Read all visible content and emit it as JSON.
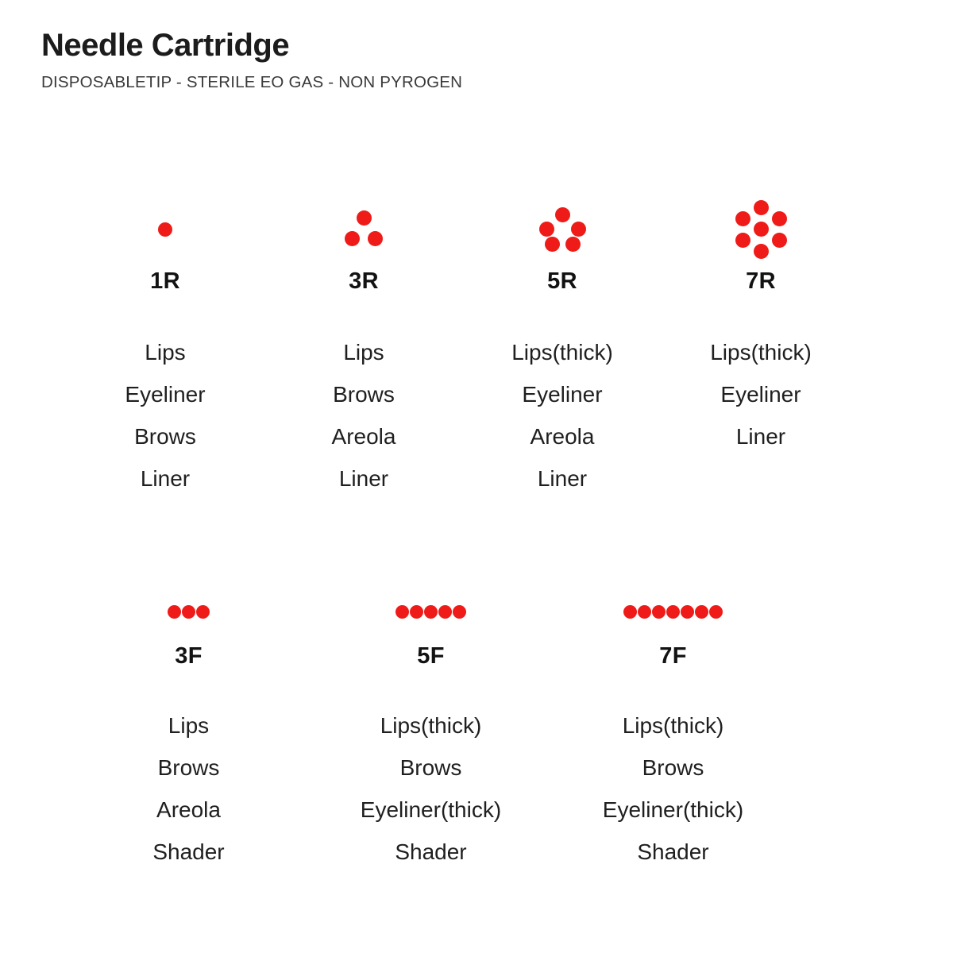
{
  "header": {
    "title": "Needle Cartridge",
    "subtitle": "DISPOSABLETIP - STERILE EO GAS - NON PYROGEN"
  },
  "accent_color": "#ee1b18",
  "background_color": "#ffffff",
  "rows": [
    {
      "name": "round-needles-row",
      "cells": [
        {
          "code": "1R",
          "diagram": "1-dot-single",
          "dot_count": 1,
          "uses": [
            "Lips",
            "Eyeliner",
            "Brows",
            "Liner"
          ]
        },
        {
          "code": "3R",
          "diagram": "3-dot-triangle",
          "dot_count": 3,
          "uses": [
            "Lips",
            "Brows",
            "Areola",
            "Liner"
          ]
        },
        {
          "code": "5R",
          "diagram": "5-dot-pentagon",
          "dot_count": 5,
          "uses": [
            "Lips(thick)",
            "Eyeliner",
            "Areola",
            "Liner"
          ]
        },
        {
          "code": "7R",
          "diagram": "7-dot-hexagon-with-center",
          "dot_count": 7,
          "uses": [
            "Lips(thick)",
            "Eyeliner",
            "Liner"
          ]
        }
      ]
    },
    {
      "name": "flat-needles-row",
      "cells": [
        {
          "code": "3F",
          "diagram": "3-dot-line",
          "dot_count": 3,
          "uses": [
            "Lips",
            "Brows",
            "Areola",
            "Shader"
          ]
        },
        {
          "code": "5F",
          "diagram": "5-dot-line",
          "dot_count": 5,
          "uses": [
            "Lips(thick)",
            "Brows",
            "Eyeliner(thick)",
            "Shader"
          ]
        },
        {
          "code": "7F",
          "diagram": "7-dot-line",
          "dot_count": 7,
          "uses": [
            "Lips(thick)",
            "Brows",
            "Eyeliner(thick)",
            "Shader"
          ]
        }
      ]
    }
  ]
}
